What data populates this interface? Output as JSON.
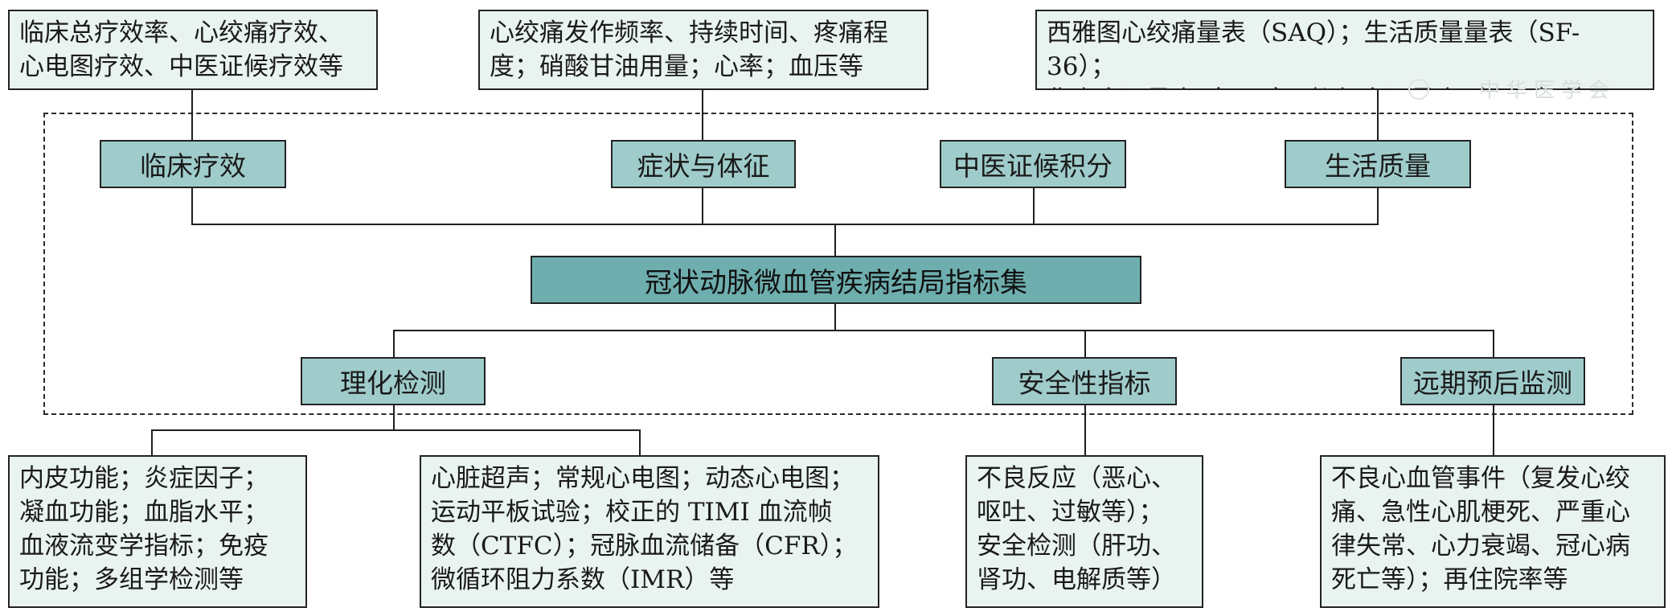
{
  "diagram": {
    "center": "冠状动脉微血管疾病结局指标集",
    "top_categories": [
      {
        "label": "临床疗效"
      },
      {
        "label": "症状与体征"
      },
      {
        "label": "中医证候积分"
      },
      {
        "label": "生活质量"
      }
    ],
    "bottom_categories": [
      {
        "label": "理化检测"
      },
      {
        "label": "安全性指标"
      },
      {
        "label": "远期预后监测"
      }
    ],
    "top_details": [
      {
        "text": "临床总疗效率、心绞痛疗效、\n心电图疗效、中医证候疗效等"
      },
      {
        "text": "心绞痛发作频率、持续时间、疼痛程\n度；硝酸甘油用量；心率；血压等"
      },
      {
        "text": "西雅图心绞痛量表（SAQ）；生活质量量表（SF-36）；\n焦虑自评量表（SAS）、抑郁自评量表（SDS）等"
      }
    ],
    "bottom_details": [
      {
        "text": "内皮功能；炎症因子；\n凝血功能；血脂水平；\n血液流变学指标；免疫\n功能；多组学检测等"
      },
      {
        "text": "心脏超声；常规心电图；动态心电图；\n运动平板试验；校正的 TIMI 血流帧\n数（CTFC）；冠脉血流储备（CFR）；\n微循环阻力系数（IMR）等"
      },
      {
        "text": "不良反应（恶心、\n呕吐、过敏等）；\n安全检测（肝功、\n肾功、电解质等）"
      },
      {
        "text": "不良心血管事件（复发心绞\n痛、急性心肌梗死、严重心\n律失常、心力衰竭、冠心病\n死亡等）；再住院率等"
      }
    ]
  },
  "watermark": {
    "text": "中华医学会",
    "icon": "journal-logo-icon"
  },
  "colors": {
    "detail_fill": "#e9f3ef",
    "category_fill": "#9fcccb",
    "center_fill": "#6eaeae"
  }
}
